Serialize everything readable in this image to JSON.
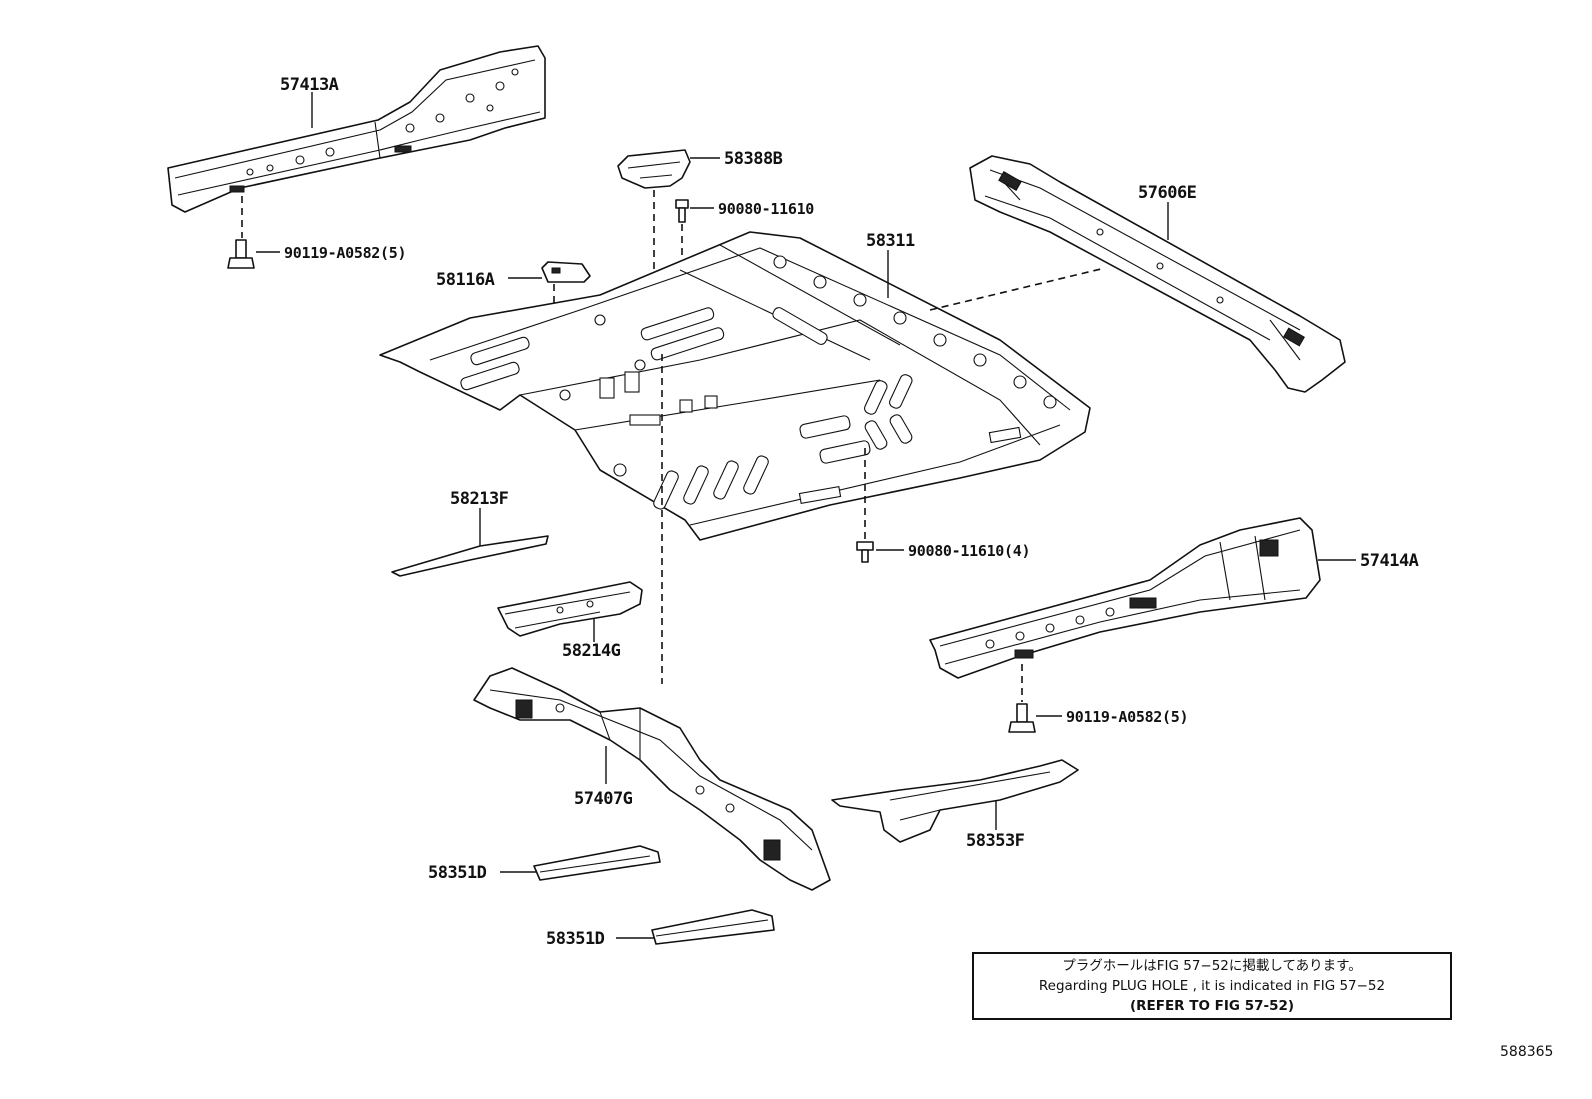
{
  "diagram": {
    "parts": {
      "p57413A": "57413A",
      "p90119a": "90119-A0582(5)",
      "p58388B": "58388B",
      "p90080a": "90080-11610",
      "p58116A": "58116A",
      "p58311": "58311",
      "p57606E": "57606E",
      "p58213F": "58213F",
      "p90080b": "90080-11610(4)",
      "p57414A": "57414A",
      "p58214G": "58214G",
      "p90119b": "90119-A0582(5)",
      "p57407G": "57407G",
      "p58353F": "58353F",
      "p58351Da": "58351D",
      "p58351Db": "58351D"
    },
    "note": {
      "line1": "プラグホールはFIG 57−52に掲載してあります。",
      "line2": "Regarding PLUG HOLE , it is indicated in FIG 57−52",
      "line3": "(REFER TO FIG 57-52)"
    },
    "figure_code": "588365"
  }
}
